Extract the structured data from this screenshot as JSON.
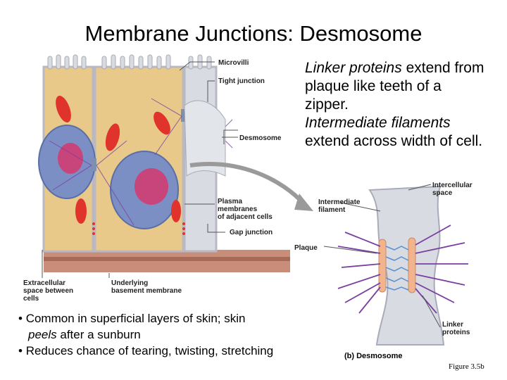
{
  "title": "Membrane Junctions: Desmosome",
  "caption": {
    "p1_italic": "Linker proteins",
    "p1_rest": " extend from plaque like teeth of a zipper.",
    "p2_italic": "Intermediate filaments",
    "p2_rest": " extend across width of cell."
  },
  "labels": {
    "microvilli": "Microvilli",
    "tight_junction": "Tight junction",
    "desmosome": "Desmosome",
    "plasma_membranes": [
      "Plasma",
      "membranes",
      "of adjacent cells"
    ],
    "gap_junction": "Gap junction",
    "extracellular_space": [
      "Extracellular",
      "space between",
      "cells"
    ],
    "basement_membrane": [
      "Underlying",
      "basement membrane"
    ],
    "intercellular_space": [
      "Intercellular",
      "space"
    ],
    "intermediate_filament": [
      "Intermediate",
      "filament"
    ],
    "plaque": "Plaque",
    "linker_proteins": [
      "Linker",
      "proteins"
    ],
    "panel_b": "(b) Desmosome"
  },
  "bullets": {
    "b1_line1": "Common in superficial layers of skin; skin",
    "b1_line2_italic": "peels",
    "b1_line2_rest": " after a sunburn",
    "b2": "Reduces chance of tearing, twisting, stretching"
  },
  "figure_ref": "Figure 3.5b",
  "colors": {
    "cell_body": "#e8c98a",
    "nucleus": "#7b8fc4",
    "nucleolus": "#c7457a",
    "mitochondria": "#e0332c",
    "membrane": "#c9cfd8",
    "filament": "#7a3fa0",
    "plaque": "#f2b48c"
  }
}
